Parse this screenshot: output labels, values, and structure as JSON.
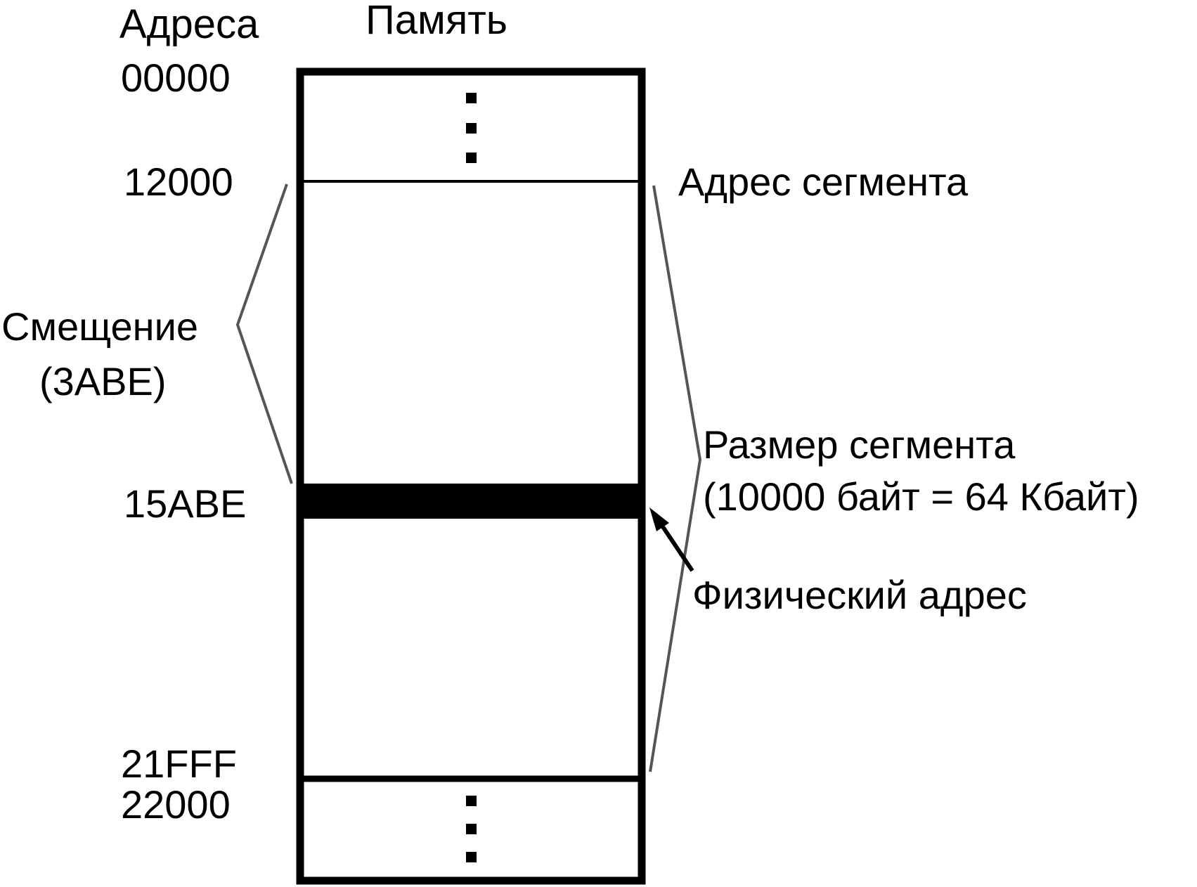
{
  "header": {
    "addresses_label": "Адреса",
    "memory_label": "Память"
  },
  "addresses": {
    "start": "00000",
    "segment_start": "12000",
    "physical": "15ABE",
    "segment_end": "21FFF",
    "next": "22000"
  },
  "annotations": {
    "segment_address": "Адрес сегмента",
    "offset_line1": "Смещение",
    "offset_line2": "(3ABE)",
    "segment_size_line1": "Размер сегмента",
    "segment_size_line2": "(10000 байт = 64 Кбайт)",
    "physical_address": "Физический адрес"
  },
  "colors": {
    "ink": "#000000",
    "bracket": "#555555",
    "background": "#ffffff"
  }
}
